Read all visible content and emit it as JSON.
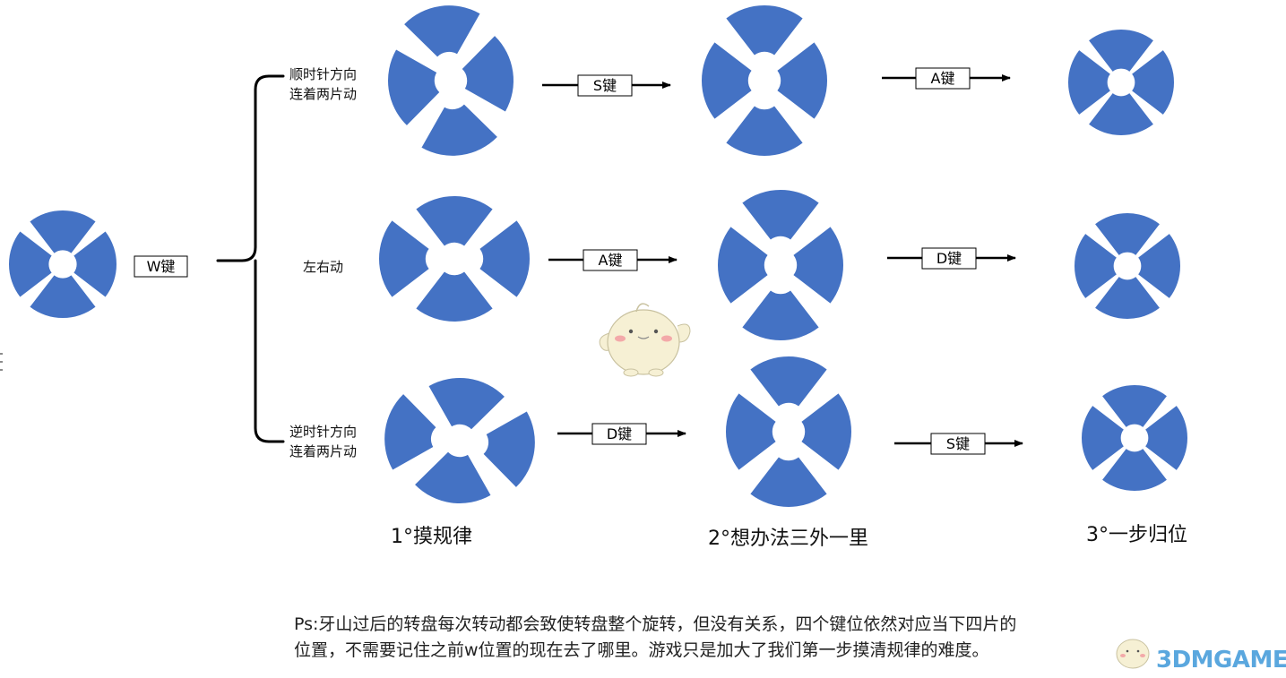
{
  "branch_labels": {
    "clockwise": [
      "顺时针方向",
      "连着两片动"
    ],
    "left_right": "左右动",
    "counterclockwise": [
      "逆时针方向",
      "连着两片动"
    ]
  },
  "keys": {
    "w": "W键",
    "row1_step1": "S键",
    "row1_step2": "A键",
    "row2_step1": "A键",
    "row2_step2": "D键",
    "row3_step1": "D键",
    "row3_step2": "S键"
  },
  "stages": {
    "stage1": "1°摸规律",
    "stage2": "2°想办法三外一里",
    "stage3": "3°一步归位"
  },
  "note": {
    "line1": "Ps:牙山过后的转盘每次转动都会致使转盘整个旋转，但没有关系，四个键位依然对应当下四片的",
    "line2": "位置，不需要记住之前w位置的现在去了哪里。游戏只是加大了我们第一步摸清规律的难度。"
  },
  "watermark": "3DMGAME",
  "colors": {
    "disc": "#4472c4",
    "line": "#000000",
    "mascot_body": "#f6f0d4",
    "mascot_blush": "#f3a9a9",
    "watermark": "#5aa7de"
  }
}
